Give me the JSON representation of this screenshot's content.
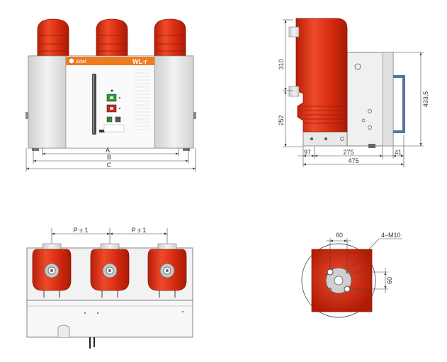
{
  "front_view": {
    "brand_text": "sidel",
    "model_label": "WL-r",
    "dim_a": "A",
    "dim_b": "B",
    "dim_c": "C"
  },
  "side_view": {
    "dim_310": "310",
    "dim_252": "252",
    "dim_433_5": "433,5",
    "dim_97": "97",
    "dim_275": "275",
    "dim_41": "41",
    "dim_475": "475"
  },
  "top_view": {
    "pitch_left": "P ± 1",
    "pitch_right": "P ± 1"
  },
  "terminal_detail": {
    "dim_horizontal": "60",
    "dim_vertical": "60",
    "bolt_spec": "4–M10"
  },
  "colors": {
    "insulator_red": "#d42a0f",
    "insulator_highlight": "#ee5a3a",
    "housing_grey": "#e6e6e6",
    "outline": "#555555",
    "brand_orange": "#f07a1e"
  }
}
